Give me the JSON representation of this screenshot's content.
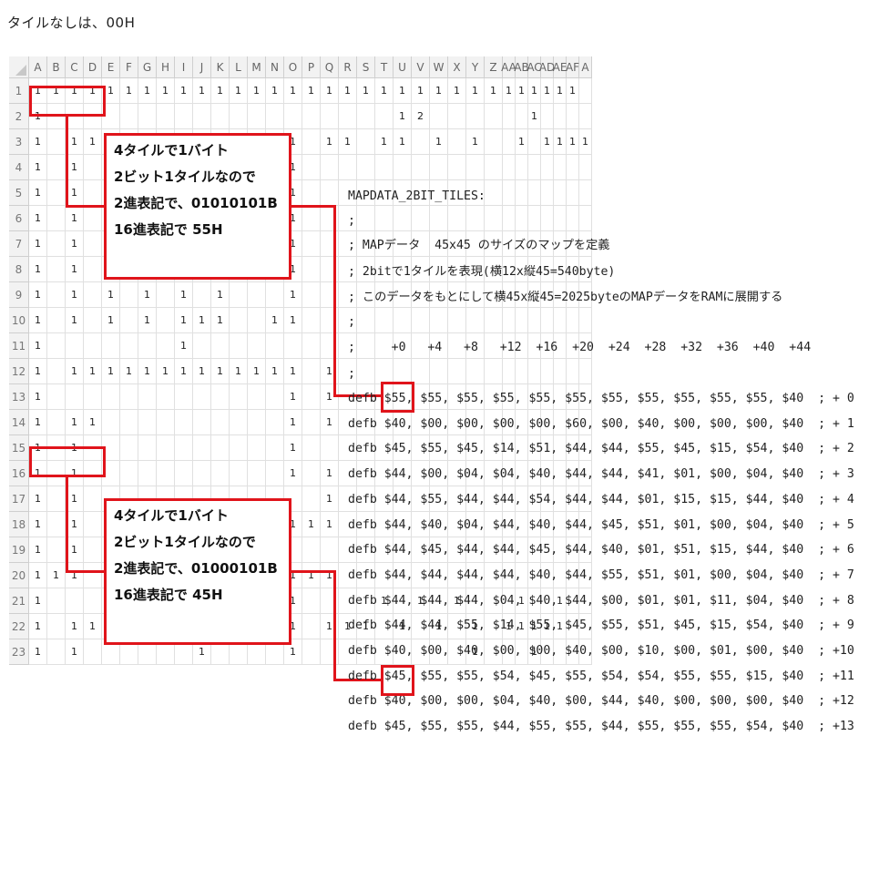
{
  "top_note": "タイルなしは、00H",
  "spreadsheet": {
    "columns": [
      "A",
      "B",
      "C",
      "D",
      "E",
      "F",
      "G",
      "H",
      "I",
      "J",
      "K",
      "L",
      "M",
      "N",
      "O",
      "P",
      "Q",
      "R",
      "S",
      "T",
      "U",
      "V",
      "W",
      "X",
      "Y",
      "Z",
      "AA",
      "AB",
      "AC",
      "AD",
      "AE",
      "AF",
      "A"
    ],
    "rows": [
      {
        "num": "1",
        "cells": [
          "1",
          "1",
          "1",
          "1",
          "1",
          "1",
          "1",
          "1",
          "1",
          "1",
          "1",
          "1",
          "1",
          "1",
          "1",
          "1",
          "1",
          "1",
          "1",
          "1",
          "1",
          "1",
          "1",
          "1",
          "1",
          "1",
          "1",
          "1",
          "1",
          "1",
          "1",
          "1",
          ""
        ]
      },
      {
        "num": "2",
        "cells": [
          "1",
          "",
          "",
          "",
          "",
          "",
          "",
          "",
          "",
          "",
          "",
          "",
          "",
          "",
          "",
          "",
          "",
          "",
          "",
          "",
          "1",
          "2",
          "",
          "",
          "",
          "",
          "",
          "",
          "1",
          "",
          "",
          "",
          ""
        ]
      },
      {
        "num": "3",
        "cells": [
          "1",
          "",
          "1",
          "1",
          "",
          "",
          "",
          "",
          "",
          "",
          "",
          "",
          "",
          "",
          "1",
          "",
          "1",
          "1",
          "",
          "1",
          "1",
          "",
          "1",
          "",
          "1",
          "",
          "",
          "1",
          "",
          "1",
          "1",
          "1",
          "1"
        ]
      },
      {
        "num": "4",
        "cells": [
          "1",
          "",
          "1",
          "",
          "",
          "",
          "",
          "",
          "",
          "",
          "",
          "",
          "",
          "",
          "1",
          "",
          "",
          "",
          "",
          "",
          "",
          "",
          "",
          "",
          "",
          "",
          "",
          "",
          "",
          "",
          "",
          "",
          ""
        ]
      },
      {
        "num": "5",
        "cells": [
          "1",
          "",
          "1",
          "",
          "",
          "",
          "",
          "",
          "",
          "",
          "",
          "",
          "",
          "",
          "1",
          "",
          "",
          "",
          "",
          "",
          "",
          "",
          "",
          "",
          "",
          "",
          "",
          "",
          "",
          "",
          "",
          "",
          ""
        ]
      },
      {
        "num": "6",
        "cells": [
          "1",
          "",
          "1",
          "",
          "",
          "",
          "",
          "",
          "",
          "",
          "",
          "",
          "",
          "",
          "1",
          "",
          "",
          "",
          "",
          "",
          "",
          "",
          "",
          "",
          "",
          "",
          "",
          "",
          "",
          "",
          "",
          "",
          ""
        ]
      },
      {
        "num": "7",
        "cells": [
          "1",
          "",
          "1",
          "",
          "1",
          "",
          "1",
          "1",
          "1",
          "",
          "",
          "1",
          "",
          "",
          "1",
          "",
          "",
          "",
          "",
          "",
          "",
          "",
          "",
          "",
          "",
          "",
          "",
          "",
          "",
          "",
          "",
          "",
          ""
        ]
      },
      {
        "num": "8",
        "cells": [
          "1",
          "",
          "1",
          "",
          "1",
          "",
          "1",
          "",
          "1",
          "",
          "1",
          "",
          "1",
          "",
          "1",
          "",
          "",
          "",
          "",
          "",
          "",
          "",
          "",
          "",
          "",
          "",
          "",
          "",
          "",
          "",
          "",
          "",
          ""
        ]
      },
      {
        "num": "9",
        "cells": [
          "1",
          "",
          "1",
          "",
          "1",
          "",
          "1",
          "",
          "1",
          "",
          "1",
          "",
          "",
          "",
          "1",
          "",
          "",
          "",
          "",
          "",
          "",
          "",
          "",
          "",
          "",
          "",
          "",
          "",
          "",
          "",
          "",
          "",
          ""
        ]
      },
      {
        "num": "10",
        "cells": [
          "1",
          "",
          "1",
          "",
          "1",
          "",
          "1",
          "",
          "1",
          "1",
          "1",
          "",
          "",
          "1",
          "1",
          "",
          "",
          "",
          "",
          "",
          "",
          "",
          "",
          "",
          "",
          "",
          "",
          "",
          "",
          "",
          "",
          "",
          ""
        ]
      },
      {
        "num": "11",
        "cells": [
          "1",
          "",
          "",
          "",
          "",
          "",
          "",
          "",
          "1",
          "",
          "",
          "",
          "",
          "",
          "",
          "",
          "",
          "",
          "",
          "",
          "",
          "",
          "",
          "",
          "",
          "",
          "",
          "",
          "",
          "",
          "",
          "",
          ""
        ]
      },
      {
        "num": "12",
        "cells": [
          "1",
          "",
          "1",
          "1",
          "1",
          "1",
          "1",
          "1",
          "1",
          "1",
          "1",
          "1",
          "1",
          "1",
          "1",
          "",
          "1",
          "",
          "",
          "",
          "",
          "",
          "",
          "",
          "",
          "",
          "",
          "",
          "",
          "",
          "",
          "",
          ""
        ]
      },
      {
        "num": "13",
        "cells": [
          "1",
          "",
          "",
          "",
          "",
          "",
          "",
          "",
          "",
          "",
          "",
          "",
          "",
          "",
          "1",
          "",
          "1",
          "",
          "",
          "",
          "",
          "",
          "",
          "",
          "",
          "",
          "",
          "",
          "",
          "",
          "",
          "",
          ""
        ]
      },
      {
        "num": "14",
        "cells": [
          "1",
          "",
          "1",
          "1",
          "",
          "",
          "",
          "",
          "",
          "",
          "",
          "",
          "",
          "",
          "1",
          "",
          "1",
          "",
          "",
          "",
          "",
          "",
          "",
          "",
          "",
          "",
          "",
          "",
          "",
          "",
          "",
          "",
          ""
        ]
      },
      {
        "num": "15",
        "cells": [
          "1",
          "",
          "1",
          "",
          "",
          "",
          "",
          "",
          "",
          "",
          "",
          "",
          "",
          "",
          "1",
          "",
          "",
          "",
          "",
          "",
          "",
          "",
          "",
          "",
          "",
          "",
          "",
          "",
          "",
          "",
          "",
          "",
          ""
        ]
      },
      {
        "num": "16",
        "cells": [
          "1",
          "",
          "1",
          "",
          "",
          "",
          "",
          "",
          "",
          "",
          "",
          "",
          "",
          "",
          "1",
          "",
          "1",
          "",
          "",
          "",
          "",
          "",
          "",
          "",
          "",
          "",
          "",
          "",
          "",
          "",
          "",
          "",
          ""
        ]
      },
      {
        "num": "17",
        "cells": [
          "1",
          "",
          "1",
          "",
          "",
          "",
          "",
          "",
          "",
          "",
          "",
          "",
          "",
          "",
          "",
          "",
          "1",
          "",
          "",
          "",
          "",
          "",
          "",
          "",
          "",
          "",
          "",
          "",
          "",
          "",
          "",
          "",
          ""
        ]
      },
      {
        "num": "18",
        "cells": [
          "1",
          "",
          "1",
          "",
          "1",
          "",
          "1",
          "1",
          "1",
          "1",
          "1",
          "1",
          "1",
          "1",
          "1",
          "1",
          "1",
          "",
          "",
          "",
          "",
          "",
          "",
          "",
          "",
          "",
          "",
          "",
          "",
          "",
          "",
          "",
          ""
        ]
      },
      {
        "num": "19",
        "cells": [
          "1",
          "",
          "1",
          "",
          "1",
          "",
          "",
          "",
          "",
          "",
          "",
          "",
          "",
          "",
          "",
          "",
          "",
          "",
          "",
          "",
          "",
          "",
          "",
          "",
          "",
          "",
          "",
          "",
          "",
          "",
          "",
          "",
          ""
        ]
      },
      {
        "num": "20",
        "cells": [
          "1",
          "1",
          "1",
          "",
          "1",
          "",
          "1",
          "1",
          "1",
          "1",
          "1",
          "1",
          "1",
          "1",
          "1",
          "1",
          "1",
          "",
          "",
          "",
          "",
          "",
          "",
          "",
          "",
          "",
          "",
          "",
          "",
          "",
          "",
          "",
          ""
        ]
      },
      {
        "num": "21",
        "cells": [
          "1",
          "",
          "",
          "",
          "",
          "",
          "",
          "",
          "",
          "",
          "",
          "",
          "",
          "",
          "1",
          "",
          "",
          "",
          "",
          "1",
          "",
          "1",
          "",
          "1",
          "",
          "",
          "",
          "1",
          "",
          "",
          "1",
          "",
          ""
        ]
      },
      {
        "num": "22",
        "cells": [
          "1",
          "",
          "1",
          "1",
          "1",
          "1",
          "1",
          "1",
          "1",
          "1",
          "1",
          "1",
          "",
          "",
          "1",
          "",
          "1",
          "1",
          "1",
          "",
          "1",
          "",
          "1",
          "",
          "1",
          "",
          "1",
          "1",
          "1",
          "1",
          "1",
          "",
          ""
        ]
      },
      {
        "num": "23",
        "cells": [
          "1",
          "",
          "1",
          "",
          "",
          "",
          "",
          "",
          "",
          "1",
          "",
          "",
          "",
          "",
          "1",
          "",
          "",
          "",
          "",
          "",
          "",
          "",
          "",
          "",
          "1",
          "",
          "",
          "",
          "1",
          "",
          "",
          "",
          ""
        ]
      }
    ]
  },
  "callouts": [
    {
      "lines": [
        "4タイルで1バイト",
        "2ビット1タイルなので",
        "2進表記で、01010101B",
        "16進表記で 55H"
      ]
    },
    {
      "lines": [
        "4タイルで1バイト",
        "2ビット1タイルなので",
        "2進表記で、01000101B",
        "16進表記で 45H"
      ]
    }
  ],
  "code": {
    "header_lines": [
      "MAPDATA_2BIT_TILES:",
      ";",
      "; MAPデータ  45x45 のサイズのマップを定義",
      "; 2bitで1タイルを表現(横12x縦45=540byte)",
      "; このデータをもとにして横45x縦45=2025byteのMAPデータをRAMに展開する",
      ";",
      ";     +0   +4   +8   +12  +16  +20  +24  +28  +32  +36  +40  +44",
      ";"
    ],
    "data_lines": [
      "defb $55, $55, $55, $55, $55, $55, $55, $55, $55, $55, $55, $40  ; + 0",
      "defb $40, $00, $00, $00, $00, $60, $00, $40, $00, $00, $00, $40  ; + 1",
      "defb $45, $55, $45, $14, $51, $44, $44, $55, $45, $15, $54, $40  ; + 2",
      "defb $44, $00, $04, $04, $40, $44, $44, $41, $01, $00, $04, $40  ; + 3",
      "defb $44, $55, $44, $44, $54, $44, $44, $01, $15, $15, $44, $40  ; + 4",
      "defb $44, $40, $04, $44, $40, $44, $45, $51, $01, $00, $04, $40  ; + 5",
      "defb $44, $45, $44, $44, $45, $44, $40, $01, $51, $15, $44, $40  ; + 6",
      "defb $44, $44, $44, $44, $40, $44, $55, $51, $01, $00, $04, $40  ; + 7",
      "defb $44, $44, $44, $04, $40, $44, $00, $01, $01, $11, $04, $40  ; + 8",
      "defb $44, $44, $55, $14, $55, $45, $55, $51, $45, $15, $54, $40  ; + 9",
      "defb $40, $00, $40, $00, $00, $40, $00, $10, $00, $01, $00, $40  ; +10",
      "defb $45, $55, $55, $54, $45, $55, $54, $54, $55, $55, $15, $40  ; +11",
      "defb $40, $00, $00, $04, $40, $00, $44, $40, $00, $00, $00, $40  ; +12",
      "defb $45, $55, $55, $44, $55, $55, $44, $55, $55, $55, $54, $40  ; +13"
    ]
  },
  "colors": {
    "accent_red": "#e0141b",
    "header_bg": "#f2f2f2",
    "grid": "#e0e0e0"
  }
}
